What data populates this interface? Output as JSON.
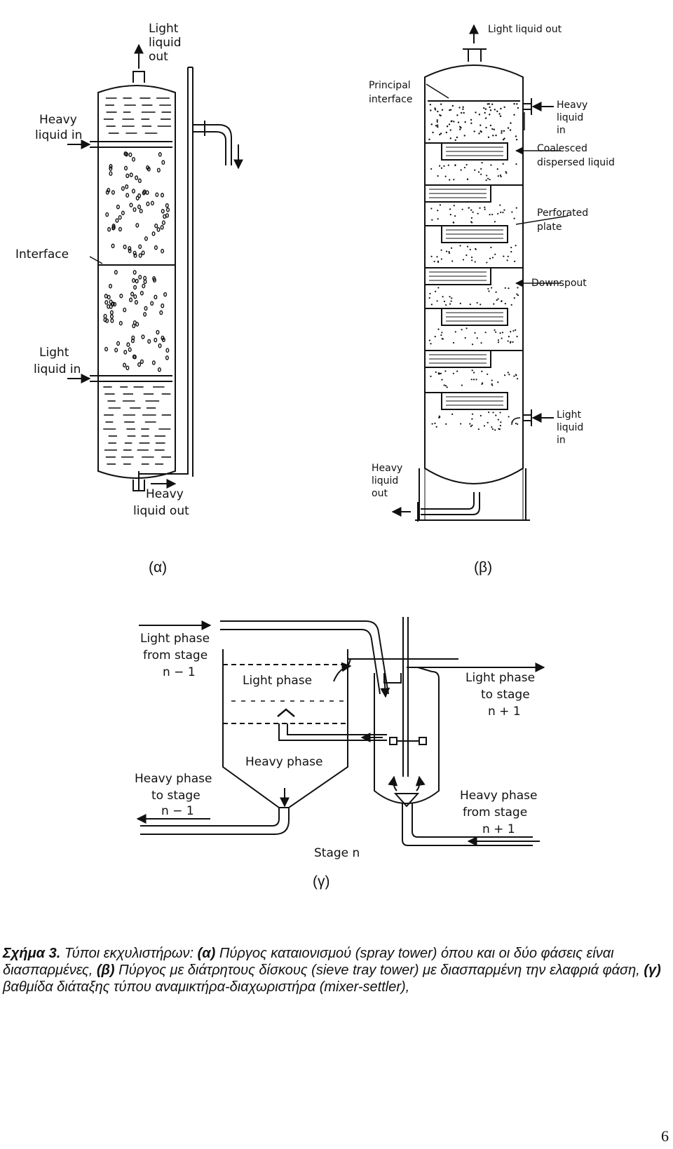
{
  "diagram_a": {
    "light_liquid_out": [
      "Light",
      "liquid",
      "out"
    ],
    "heavy_liquid_in": [
      "Heavy",
      "liquid in"
    ],
    "interface": "Interface",
    "light_liquid_in": [
      "Light",
      "liquid in"
    ],
    "heavy_liquid_out": [
      "Heavy",
      "liquid out"
    ]
  },
  "diagram_b": {
    "light_liquid_out": "Light liquid out",
    "principal_interface": [
      "Principal",
      "interface"
    ],
    "heavy_liquid_in": [
      "Heavy",
      "liquid",
      "in"
    ],
    "coalesced": [
      "Coalesced",
      "dispersed liquid"
    ],
    "perforated_plate": [
      "Perforated",
      "plate"
    ],
    "downspout": "Downspout",
    "light_liquid_in": [
      "Light",
      "liquid",
      "in"
    ],
    "heavy_liquid_out": [
      "Heavy",
      "liquid",
      "out"
    ]
  },
  "diagram_c": {
    "light_from": [
      "Light phase",
      "from stage",
      "n − 1"
    ],
    "light_phase": "Light phase",
    "heavy_phase": "Heavy phase",
    "light_to": [
      "Light phase",
      "to stage",
      "n + 1"
    ],
    "heavy_to": [
      "Heavy phase",
      "to stage",
      "n − 1"
    ],
    "heavy_from": [
      "Heavy phase",
      "from stage",
      "n + 1"
    ],
    "stage": "Stage n"
  },
  "panel_labels": {
    "a": "(α)",
    "b": "(β)",
    "c": "(γ)"
  },
  "caption": {
    "prefix": "Σχήμα 3.",
    "intro": " Τύποι εκχυλιστήρων: ",
    "a_tag": "(α)",
    "a_text": " Πύργος καταιονισμού (spray tower) όπου και οι δύο φάσεις είναι διασπαρμένες, ",
    "b_tag": "(β)",
    "b_text": " Πύργος με διάτρητους δίσκους (sieve tray tower) με διασπαρμένη την ελαφριά φάση, ",
    "c_tag": "(γ)",
    "c_text": " βαθμίδα διάταξης τύπου αναμικτήρα-διαχωριστήρα (mixer-settler),"
  },
  "page_number": "6"
}
